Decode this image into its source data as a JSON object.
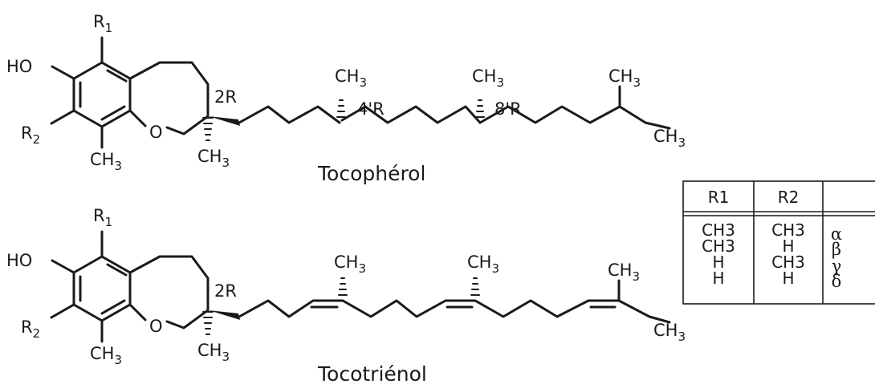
{
  "tocopherol": {
    "name": "Tocophérol",
    "ho": "HO",
    "r1": "R",
    "r1_sub": "1",
    "r2": "R",
    "r2_sub": "2",
    "me_bottom": "CH",
    "me_bottom_sub": "3",
    "o": "O",
    "stereo_2": "2R",
    "me_2": "CH",
    "me_2_sub": "3",
    "me_4": "CH",
    "me_4_sub": "3",
    "stereo_4": "4'R",
    "me_8": "CH",
    "me_8_sub": "3",
    "stereo_8": "8'R",
    "me_end_top": "CH",
    "me_end_top_sub": "3",
    "me_end_right": "CH",
    "me_end_right_sub": "3"
  },
  "tocotrienol": {
    "name": "Tocotriénol",
    "ho": "HO",
    "r1": "R",
    "r1_sub": "1",
    "r2": "R",
    "r2_sub": "2",
    "me_bottom": "CH",
    "me_bottom_sub": "3",
    "o": "O",
    "stereo_2": "2R",
    "me_2": "CH",
    "me_2_sub": "3",
    "me_a": "CH",
    "me_a_sub": "3",
    "me_b": "CH",
    "me_b_sub": "3",
    "me_end_top": "CH",
    "me_end_top_sub": "3",
    "me_end_right": "CH",
    "me_end_right_sub": "3"
  },
  "table": {
    "headers": [
      "R1",
      "R2",
      ""
    ],
    "rows": [
      [
        "CH3",
        "CH3",
        "α"
      ],
      [
        "CH3",
        "H",
        "β"
      ],
      [
        "H",
        "CH3",
        "γ"
      ],
      [
        "H",
        "H",
        "δ"
      ]
    ]
  }
}
